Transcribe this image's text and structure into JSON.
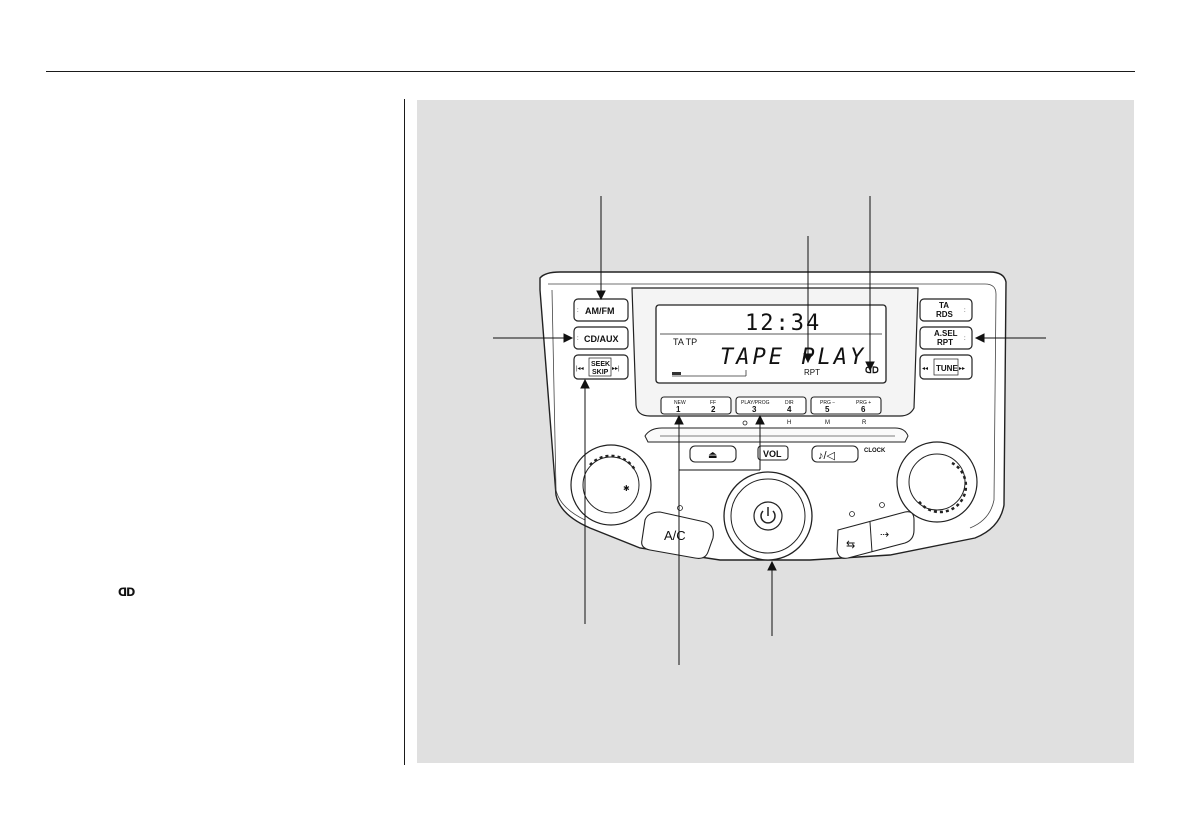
{
  "figure": {
    "display": {
      "clock": "12:34",
      "indicators": "TA TP",
      "mode_text": "TAPE PLAY",
      "repeat_indicator": "RPT",
      "dolby_symbol": "ᗡᗞ"
    },
    "buttons_left": {
      "am_fm": "AM/FM",
      "cd_aux": "CD/AUX",
      "seek": "SEEK",
      "skip": "SKIP",
      "seek_left_arrows": "|◂◂",
      "seek_right_arrows": "▸▸|"
    },
    "buttons_right": {
      "ta": "TA",
      "rds": "RDS",
      "a_sel": "A.SEL",
      "rpt": "RPT",
      "tune": "TUNE",
      "tune_left_arrows": "◂◂",
      "tune_right_arrows": "▸▸"
    },
    "preset_bar": {
      "presets": [
        {
          "top": "NEW",
          "num": "1"
        },
        {
          "top": "FF",
          "num": "2"
        },
        {
          "top": "PLAY/PROG",
          "num": "3"
        },
        {
          "top": "DIR",
          "num": "4"
        },
        {
          "top": "PRG −",
          "num": "5"
        },
        {
          "top": "PRG +",
          "num": "6"
        }
      ],
      "sub_labels": [
        "H",
        "M",
        "R"
      ]
    },
    "lower_controls": {
      "eject_symbol": "⏏",
      "vol": "VOL",
      "sound_symbol": "♪/◁",
      "clock": "CLOCK",
      "ac": "A/C"
    },
    "left_text_symbol": "ᗡᗞ"
  }
}
